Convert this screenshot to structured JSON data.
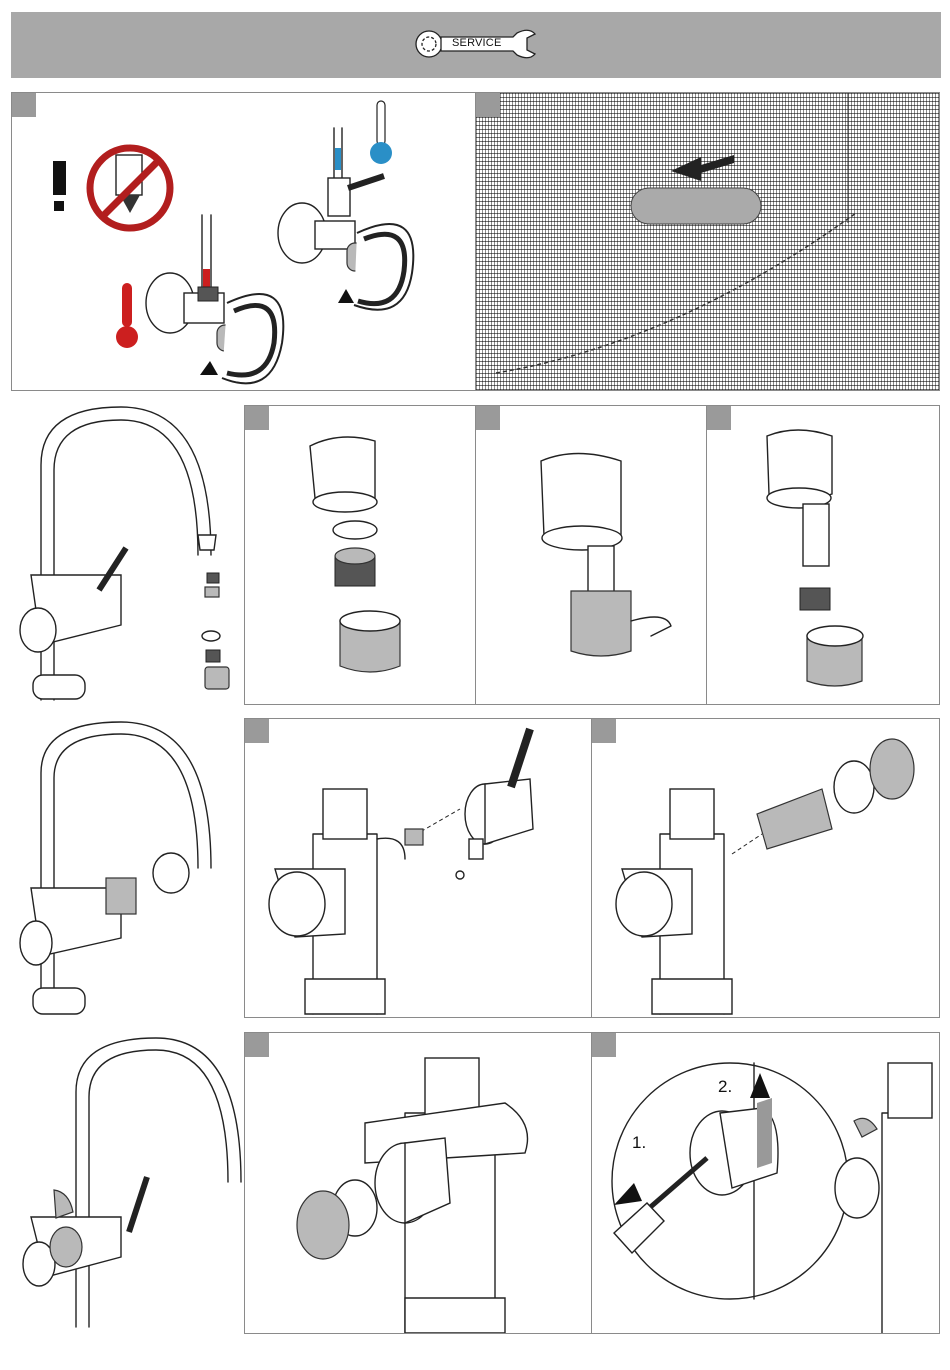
{
  "header": {
    "service_label": "SERVICE",
    "background_color": "#a8a8a8"
  },
  "icons": {
    "warning": "exclamation-icon",
    "prohibited": "no-entry-icon",
    "hot": "red-thermometer-icon",
    "cold": "blue-thermometer-icon",
    "service": "wrench-icon"
  },
  "colors": {
    "hot": "#cc1f1f",
    "cold": "#2a8fc7",
    "step_marker": "#9a9a9a",
    "part_fill": "#b9b9b9"
  },
  "steps": {
    "step_1_label": "1.",
    "step_2_label": "2."
  }
}
